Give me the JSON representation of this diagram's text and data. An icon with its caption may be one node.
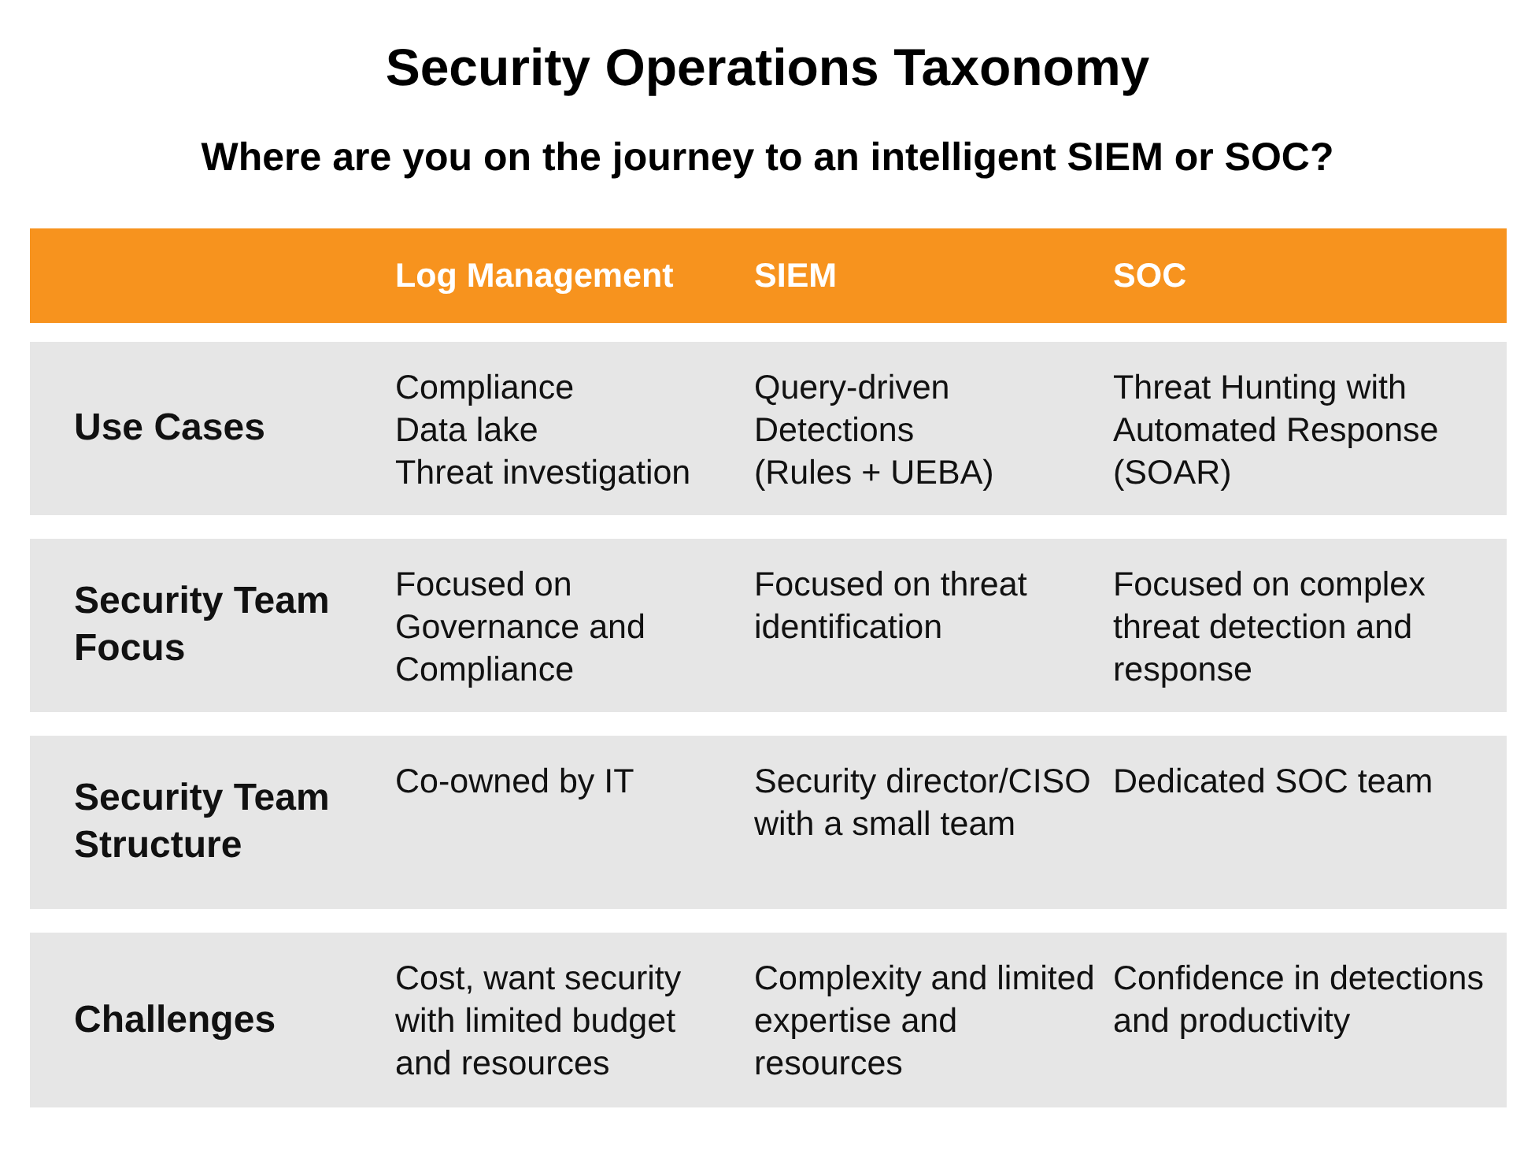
{
  "diagram": {
    "title": "Security Operations Taxonomy",
    "labels": [
      "Where are you on the journey to an intelligent SIEM or SOC?",
      "Log Management",
      "SIEM",
      "SOC",
      "Use Cases",
      "Compliance",
      "Data lake",
      "Threat investigation",
      "Query-driven",
      "Detections",
      "(Rules + UEBA)",
      "Threat Hunting with Automated Response (SOAR)",
      "Security Team Focus",
      "Focused on Governance and Compliance",
      "Focused on threat identification",
      "Focused on complex threat detection and response",
      "Security Team Structure",
      "Co-owned by IT",
      "Security director/CISO with a small team",
      "Dedicated SOC team",
      "Challenges",
      "Cost, want security with limited budget and resources",
      "Complexity and limited expertise and resources",
      "Confidence in detections and productivity"
    ]
  }
}
